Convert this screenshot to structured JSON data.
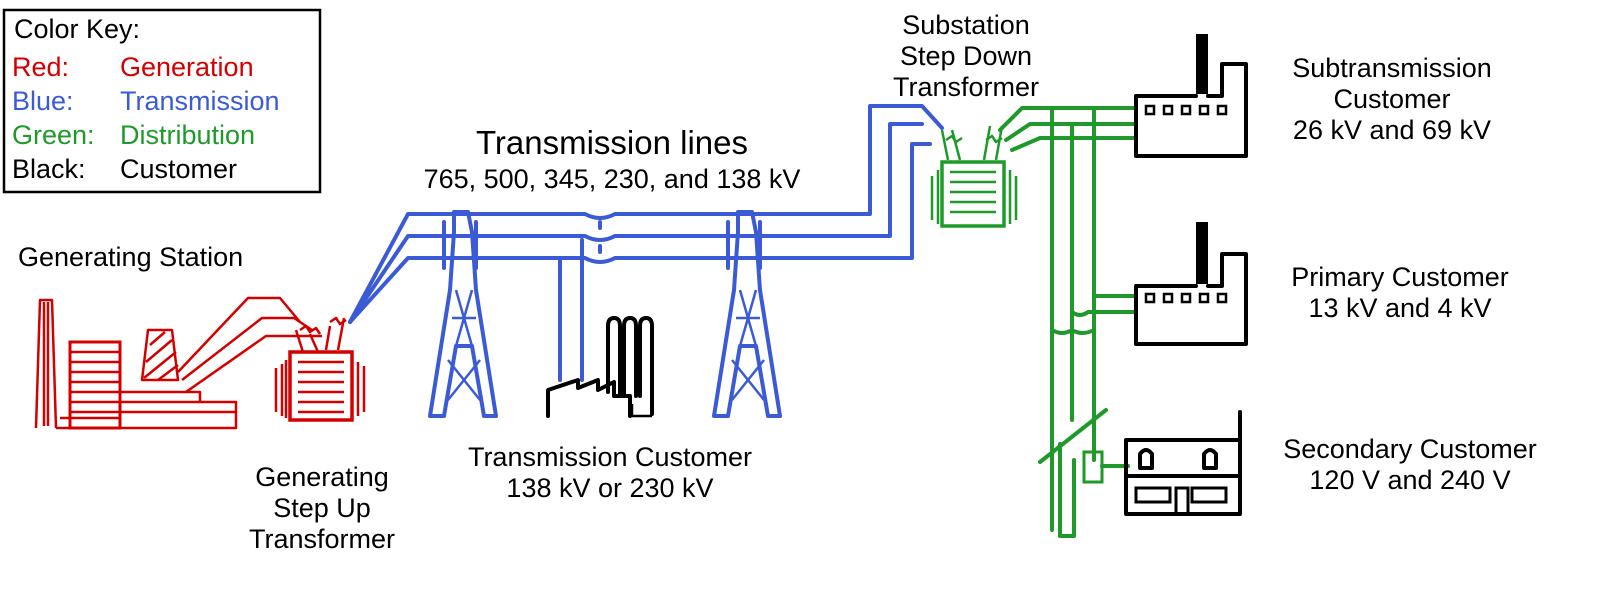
{
  "key": {
    "title": "Color Key:",
    "rows": [
      {
        "name": "Red:",
        "meaning": "Generation",
        "color": "#d40000"
      },
      {
        "name": "Blue:",
        "meaning": "Transmission",
        "color": "#3b5bd6"
      },
      {
        "name": "Green:",
        "meaning": "Distribution",
        "color": "#1f9a2a"
      },
      {
        "name": "Black:",
        "meaning": "Customer",
        "color": "#000000"
      }
    ]
  },
  "labels": {
    "generating_station": "Generating Station",
    "step_up": [
      "Generating",
      "Step Up",
      "Transformer"
    ],
    "transmission_lines": "Transmission lines",
    "voltages": "765, 500, 345, 230, and 138 kV",
    "transmission_customer": [
      "Transmission Customer",
      "138 kV or 230 kV"
    ],
    "substation": [
      "Substation",
      "Step Down",
      "Transformer"
    ],
    "subtransmission_customer": [
      "Subtransmission",
      "Customer",
      "26 kV and 69 kV"
    ],
    "primary_customer": [
      "Primary Customer",
      "13 kV and 4 kV"
    ],
    "secondary_customer": [
      "Secondary Customer",
      "120 V and 240 V"
    ]
  }
}
